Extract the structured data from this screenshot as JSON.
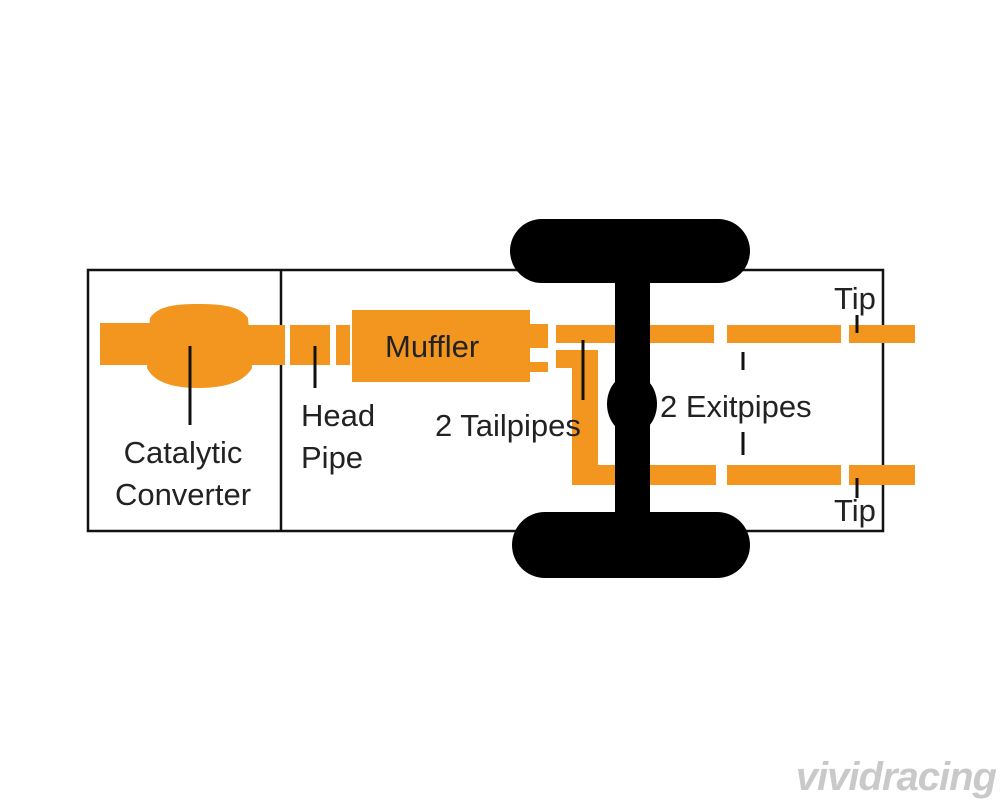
{
  "colors": {
    "pipe": "#f2961f",
    "frame": "#111111",
    "wheel": "#000000",
    "text": "#222222",
    "watermark": "#c9c9c9"
  },
  "labels": {
    "catalytic_line1": "Catalytic",
    "catalytic_line2": "Converter",
    "head_line1": "Head",
    "head_line2": "Pipe",
    "muffler": "Muffler",
    "tailpipes": "2 Tailpipes",
    "exitpipes": "2 Exitpipes",
    "tip_top": "Tip",
    "tip_bottom": "Tip"
  },
  "watermark": {
    "text": "vividracing"
  }
}
